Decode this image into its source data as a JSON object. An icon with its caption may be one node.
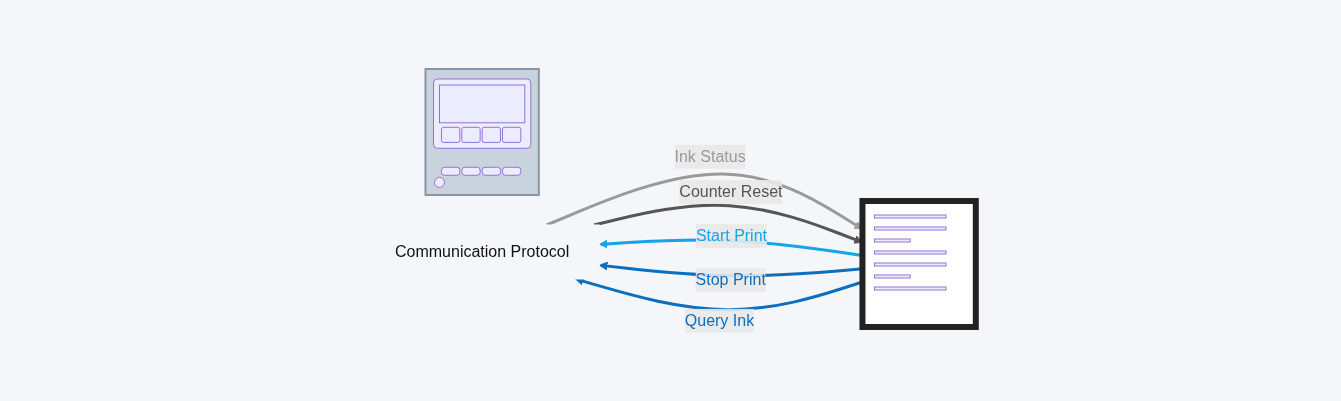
{
  "diagram": {
    "nodes": [
      {
        "text": [],
        "shape": "picture"
      },
      {
        "text": [
          "Communication Protocol"
        ]
      },
      {
        "text": [],
        "shape": "picture"
      }
    ],
    "edges": [
      {
        "from": 2,
        "to": 1,
        "arrow": "to",
        "label": "Start Print",
        "color": "#16a3e8"
      },
      {
        "from": 2,
        "to": 1,
        "arrow": "to",
        "label": "Stop Print",
        "color": "#0b6fbf"
      },
      {
        "from": 2,
        "to": 1,
        "arrow": "to",
        "label": "Query Ink",
        "color": "#0b6fbf"
      },
      {
        "from": 1,
        "to": 2,
        "arrow": "to",
        "label": "Ink Status",
        "color": "#9a9a9a"
      },
      {
        "from": 1,
        "to": 2,
        "arrow": "to",
        "label": "Counter Reset",
        "color": "#555555"
      }
    ]
  }
}
